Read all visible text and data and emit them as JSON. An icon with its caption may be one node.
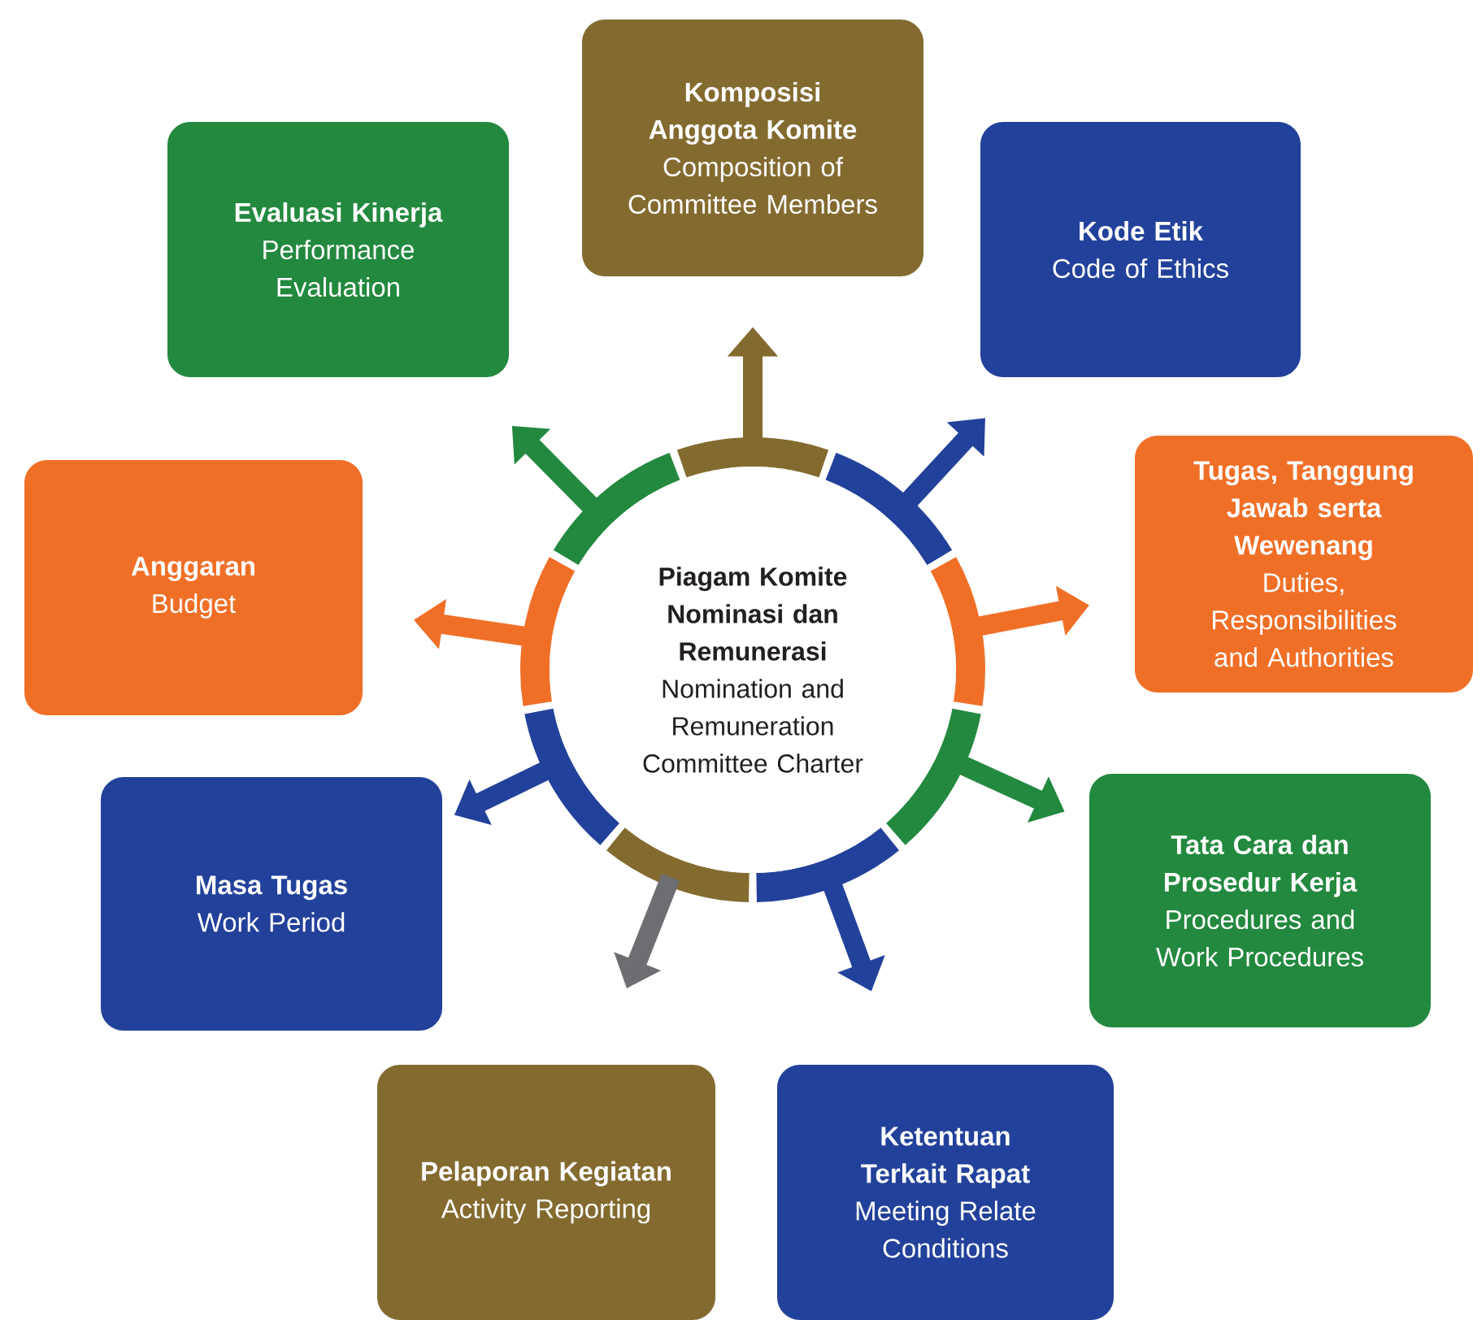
{
  "diagram": {
    "nodes": [
      {
        "text": [
          "Piagam Komite Nominasi dan Remunerasi",
          "Nomination and Remuneration Committee Charter"
        ]
      },
      {
        "text": [
          "Komposisi Anggota Komite",
          "Composition of Committee Members"
        ]
      },
      {
        "text": [
          "Kode Etik",
          "Code of Ethics"
        ]
      },
      {
        "text": [
          "Tugas, Tanggung Jawab serta Wewenang",
          "Duties, Responsibilities and Authorities"
        ]
      },
      {
        "text": [
          "Tata Cara dan Prosedur Kerja",
          "Procedures and Work Procedures"
        ]
      },
      {
        "text": [
          "Ketentuan Terkait Rapat",
          "Meeting Relate Conditions"
        ]
      },
      {
        "text": [
          "Pelaporan Kegiatan",
          "Activity Reporting"
        ]
      },
      {
        "text": [
          "Masa Tugas",
          "Work Period"
        ]
      },
      {
        "text": [
          "Anggaran",
          "Budget"
        ]
      },
      {
        "text": [
          "Evaluasi Kinerja",
          "Performance Evaluation"
        ]
      }
    ],
    "edges": [
      {
        "from": 0,
        "to": 1,
        "arrow": "to",
        "color": "#836b30"
      },
      {
        "from": 0,
        "to": 2,
        "arrow": "to",
        "color": "#22419a"
      },
      {
        "from": 0,
        "to": 3,
        "arrow": "to",
        "color": "#f06f27"
      },
      {
        "from": 0,
        "to": 4,
        "arrow": "to",
        "color": "#23893f"
      },
      {
        "from": 0,
        "to": 5,
        "arrow": "to",
        "color": "#22419a"
      },
      {
        "from": 0,
        "to": 6,
        "arrow": "to",
        "color": "#6d6e71"
      },
      {
        "from": 0,
        "to": 7,
        "arrow": "to",
        "color": "#22419a"
      },
      {
        "from": 0,
        "to": 8,
        "arrow": "to",
        "color": "#f06f27"
      },
      {
        "from": 0,
        "to": 9,
        "arrow": "to",
        "color": "#23893f"
      }
    ]
  }
}
